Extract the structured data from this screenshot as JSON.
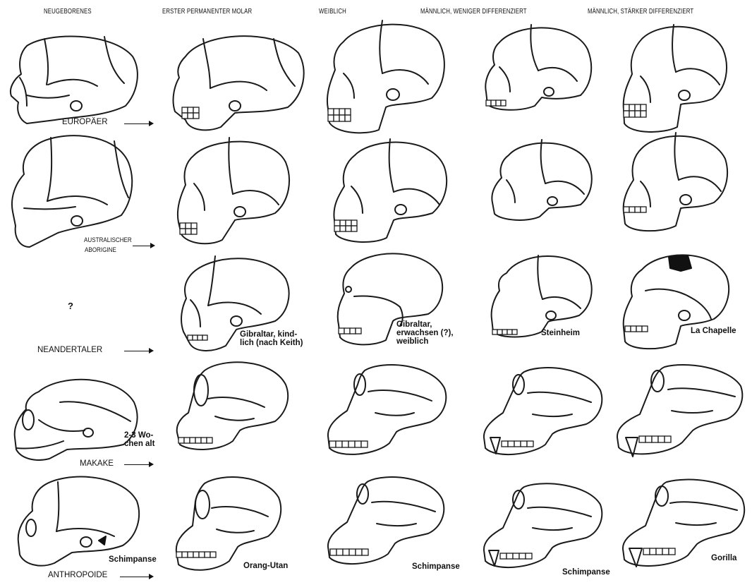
{
  "headers": {
    "col1": "NEUGEBORENES",
    "col2": "ERSTER PERMANENTER MOLAR",
    "col3": "WEIBLICH",
    "col4": "MÄNNLICH, WENIGER DIFFERENZIERT",
    "col5": "MÄNNLICH, STÄRKER DIFFERENZIERT"
  },
  "rows": {
    "europaer": "EUROPÄER",
    "aborigine_line1": "AUSTRALISCHER",
    "aborigine_line2": "ABORIGINE",
    "neandertaler": "NEANDERTALER",
    "makake": "MAKAKE",
    "anthropoide": "ANTHROPOIDE"
  },
  "unknown_mark": "?",
  "captions": {
    "gibraltar_child": "Gibraltar, kind-\nlich (nach Keith)",
    "gibraltar_adult": "Gibraltar,\nerwachsen (?),\nweiblich",
    "steinheim": "Steinheim",
    "la_chapelle": "La Chapelle",
    "makake_age": "2-3 Wo-\nchen alt",
    "schimpanse_newborn": "Schimpanse",
    "orang_utan": "Orang-Utan",
    "schimpanse_female": "Schimpanse",
    "schimpanse_male": "Schimpanse",
    "gorilla": "Gorilla"
  }
}
